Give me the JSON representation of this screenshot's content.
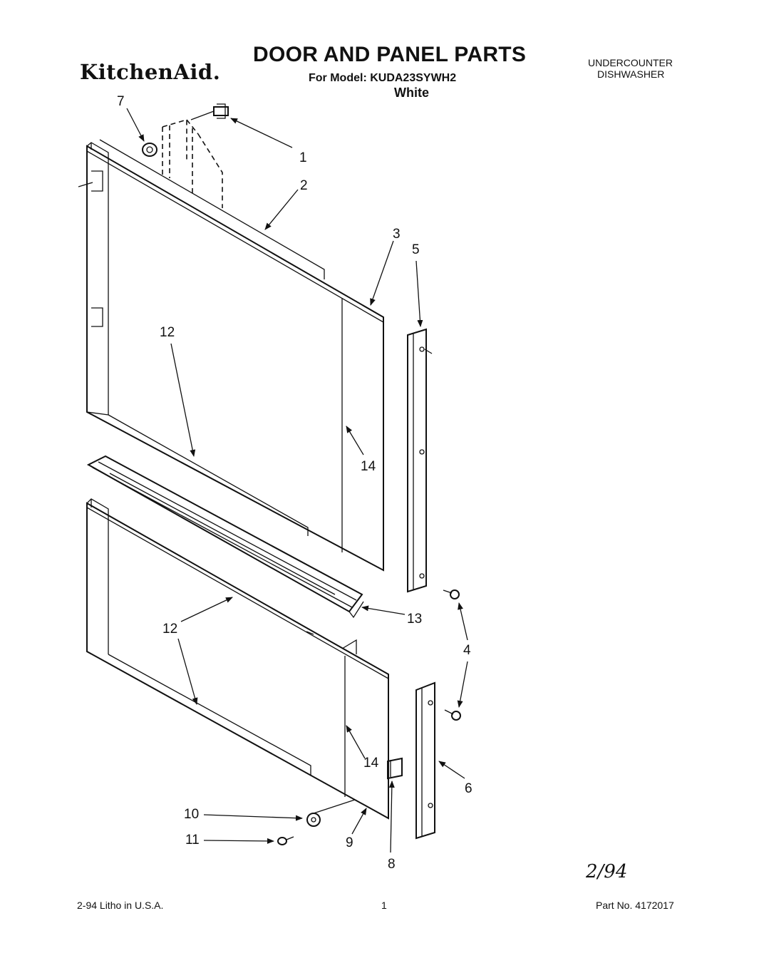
{
  "header": {
    "brand": "KitchenAid.",
    "title": "DOOR AND PANEL PARTS",
    "model_line": "For Model: KUDA23SYWH2",
    "color": "White",
    "category_line1": "UNDERCOUNTER",
    "category_line2": "DISHWASHER"
  },
  "callouts": [
    "1",
    "2",
    "3",
    "4",
    "5",
    "6",
    "7",
    "8",
    "9",
    "10",
    "11",
    "12",
    "12",
    "13",
    "14",
    "14"
  ],
  "handwritten_date": "2/94",
  "footer": {
    "left": "2-94  Litho in U.S.A.",
    "page": "1",
    "right": "Part No. 4172017"
  }
}
